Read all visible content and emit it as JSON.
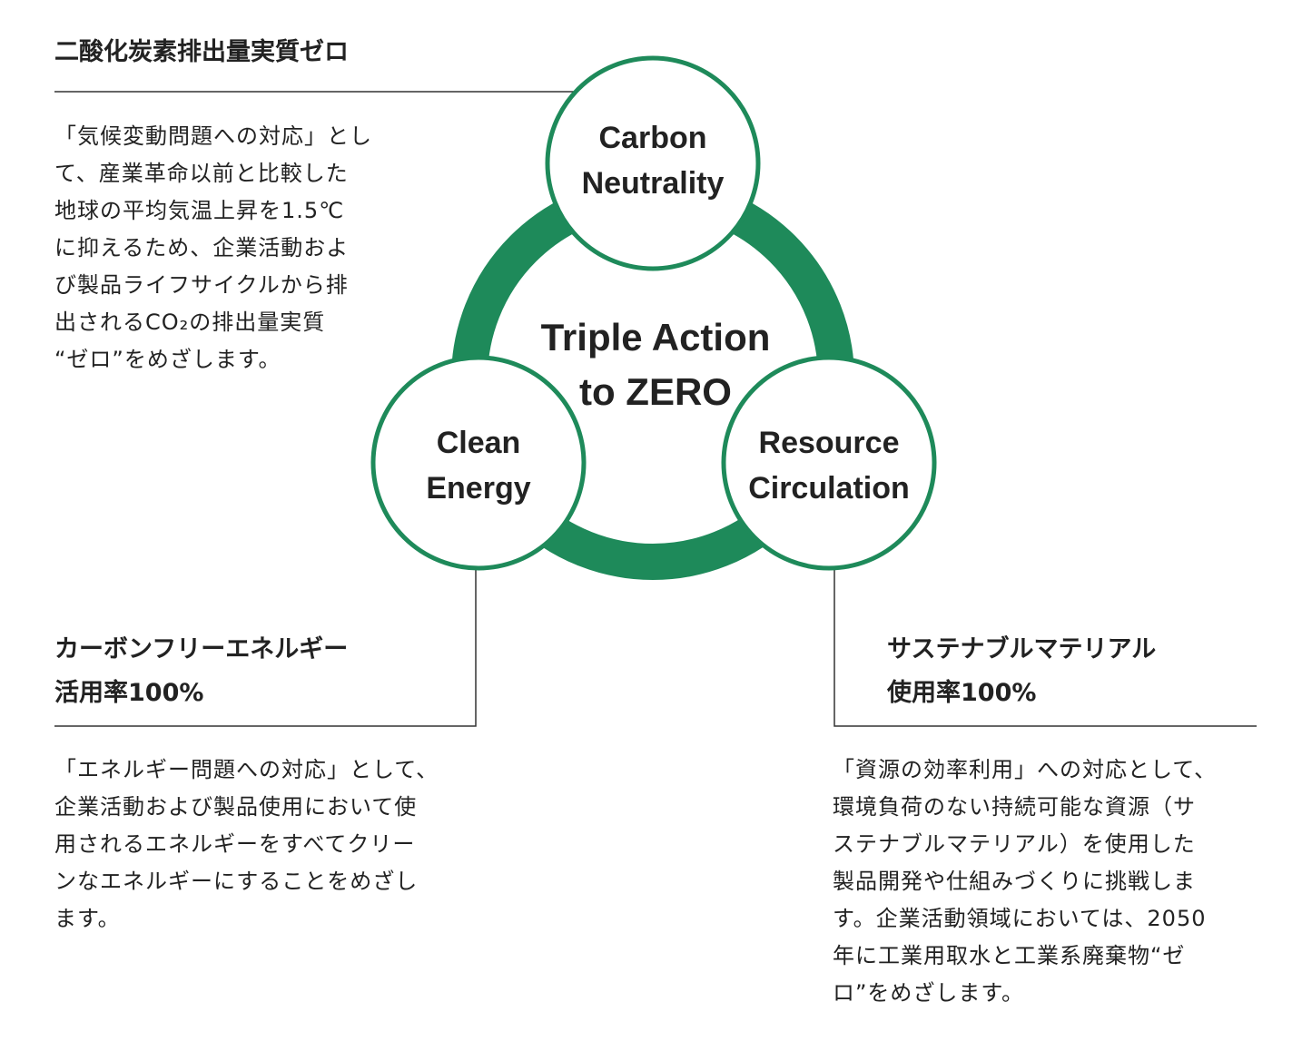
{
  "center": {
    "lines": [
      "Triple Action",
      "to ZERO"
    ]
  },
  "circles": {
    "carbon": {
      "lines": [
        "Carbon",
        "Neutrality"
      ]
    },
    "energy": {
      "lines": [
        "Clean",
        "Energy"
      ]
    },
    "resource": {
      "lines": [
        "Resource",
        "Circulation"
      ]
    }
  },
  "sections": {
    "carbon": {
      "heading": [
        "二酸化炭素排出量実質ゼロ"
      ],
      "body": [
        "「気候変動問題への対応」とし",
        "て、産業革命以前と比較した",
        "地球の平均気温上昇を1.5℃",
        "に抑えるため、企業活動およ",
        "び製品ライフサイクルから排",
        "出されるCO₂の排出量実質",
        "“ゼロ”をめざします。"
      ]
    },
    "energy": {
      "heading": [
        "カーボンフリーエネルギー",
        "活用率100%"
      ],
      "body": [
        "「エネルギー問題への対応」として、",
        "企業活動および製品使用において使",
        "用されるエネルギーをすべてクリー",
        "ンなエネルギーにすることをめざし",
        "ます。"
      ]
    },
    "resource": {
      "heading": [
        "サステナブルマテリアル",
        "使用率100%"
      ],
      "body": [
        "「資源の効率利用」への対応として、",
        "環境負荷のない持続可能な資源（サ",
        "ステナブルマテリアル）を使用した",
        "製品開発や仕組みづくりに挑戦しま",
        "す。企業活動領域においては、2050",
        "年に工業用取水と工業系廃棄物“ゼ",
        "ロ”をめざします。"
      ]
    }
  },
  "colors": {
    "green": "#1e8a5a",
    "text": "#222222",
    "line": "#333333"
  }
}
